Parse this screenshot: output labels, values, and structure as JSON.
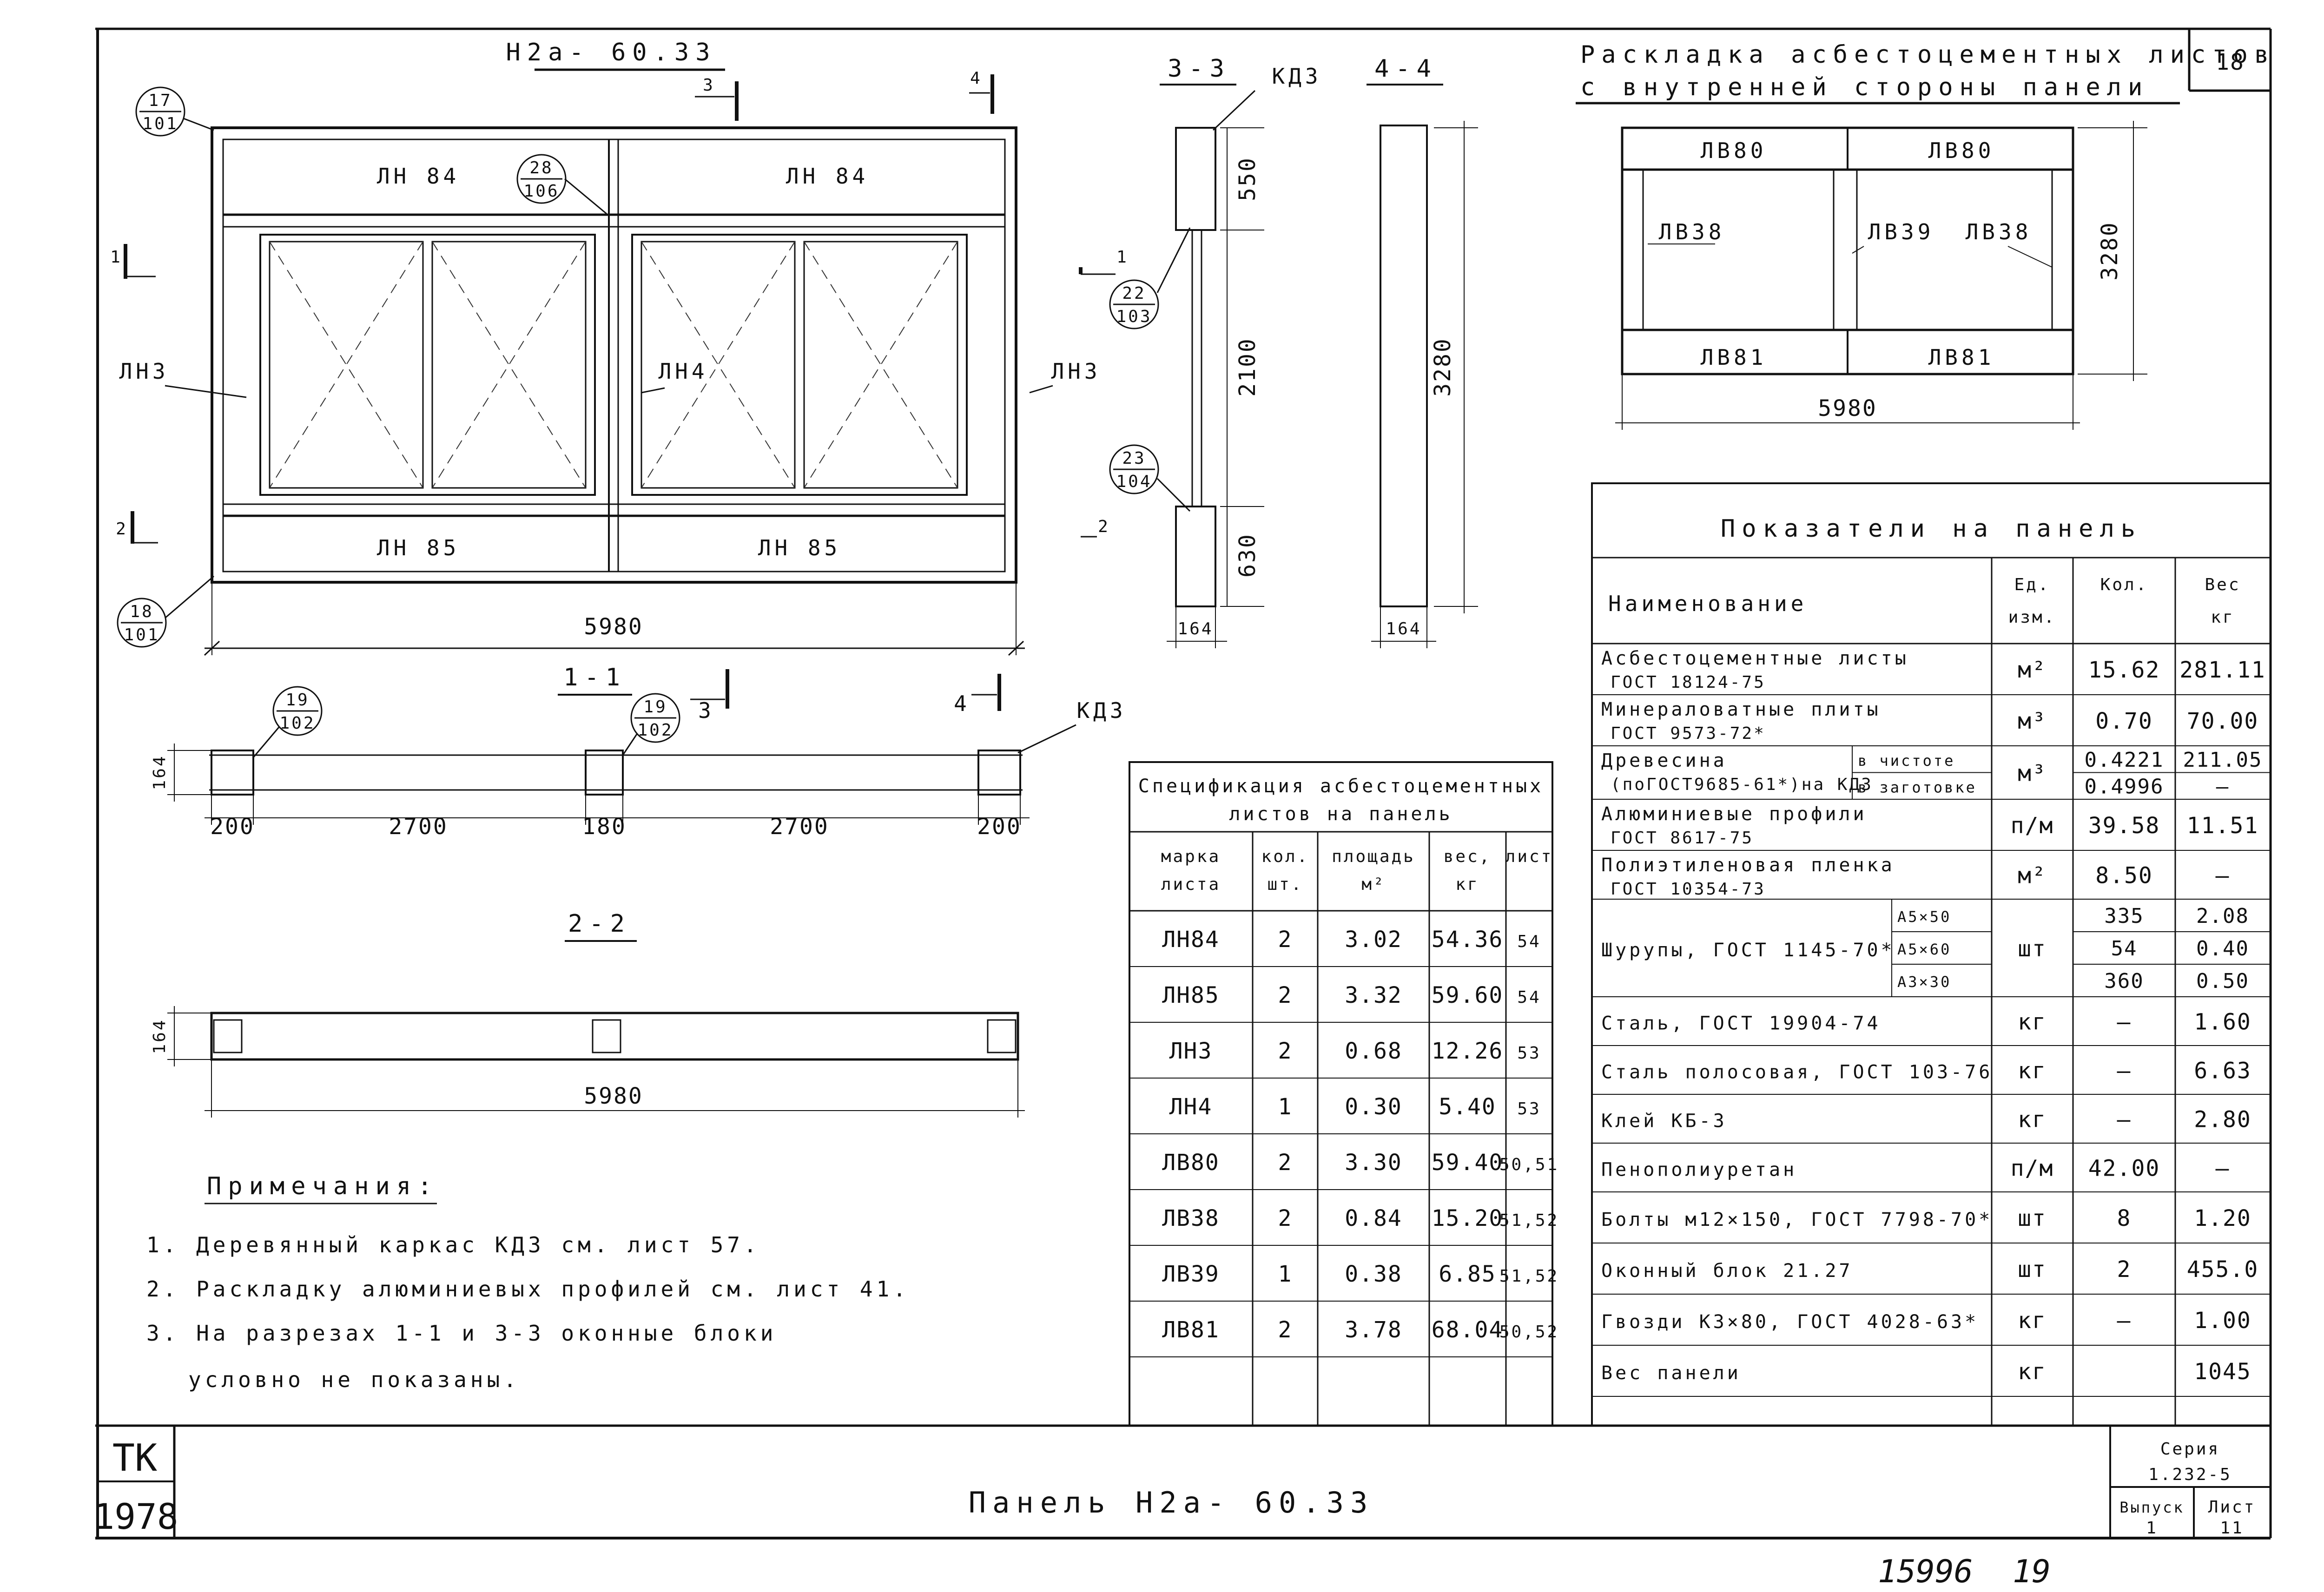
{
  "sheet_number": "18",
  "stamp_tk": "ТК",
  "stamp_year": "1978",
  "handwritten_number": "15996",
  "handwritten_page": "19",
  "front_view": {
    "title": "Н2а- 60.33",
    "top_panels": [
      "ЛН 84",
      "ЛН 84"
    ],
    "bottom_panels": [
      "ЛН 85",
      "ЛН 85"
    ],
    "side_labels": [
      "ЛН3",
      "ЛН4",
      "ЛН3"
    ],
    "width_dim": "5980",
    "callouts": [
      {
        "top": "17",
        "bottom": "101"
      },
      {
        "top": "28",
        "bottom": "106"
      },
      {
        "top": "18",
        "bottom": "101"
      }
    ],
    "section_marks": [
      "3",
      "4",
      "1",
      "2"
    ]
  },
  "section_33": {
    "title": "3-3",
    "frame_label": "КД3",
    "dims": [
      "550",
      "2100",
      "630"
    ],
    "width": "164",
    "callouts": [
      {
        "top": "22",
        "bottom": "103"
      },
      {
        "top": "23",
        "bottom": "104"
      }
    ],
    "marks": [
      "1",
      "2"
    ]
  },
  "section_44": {
    "title": "4-4",
    "height": "3280",
    "width": "164"
  },
  "section_11": {
    "title": "1-1",
    "height": "164",
    "dims": [
      "200",
      "2700",
      "180",
      "2700",
      "200"
    ],
    "callouts": [
      {
        "top": "19",
        "bottom": "102"
      },
      {
        "top": "19",
        "bottom": "102"
      }
    ],
    "frame_label": "КД3",
    "marks": [
      "3",
      "4"
    ]
  },
  "section_22": {
    "title": "2-2",
    "height": "164",
    "width": "5980"
  },
  "inner_layout": {
    "title_line1": "Раскладка асбестоцементных листов",
    "title_line2": "с внутренней стороны панели",
    "labels": [
      "ЛВ80",
      "ЛВ80",
      "ЛВ38",
      "ЛВ39",
      "ЛВ38",
      "ЛВ81",
      "ЛВ81"
    ],
    "height": "3280",
    "width": "5980"
  },
  "notes": {
    "title": "Примечания:",
    "items": [
      "1. Деревянный каркас КД3 см. лист 57.",
      "2. Раскладку алюминиевых профилей см. лист 41.",
      "3. На разрезах 1-1 и 3-3 оконные блоки",
      "условно не показаны."
    ]
  },
  "spec_table": {
    "title_line1": "Спецификация асбестоцементных",
    "title_line2": "листов на панель",
    "headers": [
      [
        "марка",
        "листа"
      ],
      [
        "кол.",
        "шт."
      ],
      [
        "площадь",
        "м²"
      ],
      [
        "вес,",
        "кг"
      ],
      [
        "лист",
        ""
      ]
    ],
    "rows": [
      [
        "ЛН84",
        "2",
        "3.02",
        "54.36",
        "54"
      ],
      [
        "ЛН85",
        "2",
        "3.32",
        "59.60",
        "54"
      ],
      [
        "ЛН3",
        "2",
        "0.68",
        "12.26",
        "53"
      ],
      [
        "ЛН4",
        "1",
        "0.30",
        "5.40",
        "53"
      ],
      [
        "ЛВ80",
        "2",
        "3.30",
        "59.40",
        "50,51"
      ],
      [
        "ЛВ38",
        "2",
        "0.84",
        "15.20",
        "51,52"
      ],
      [
        "ЛВ39",
        "1",
        "0.38",
        "6.85",
        "51,52"
      ],
      [
        "ЛВ81",
        "2",
        "3.78",
        "68.04",
        "50,52"
      ]
    ]
  },
  "ind_table": {
    "title": "Показатели на панель",
    "headers": {
      "name": "Наименование",
      "unit": [
        "Ед.",
        "изм."
      ],
      "qty": "Кол.",
      "weight": [
        "Вес",
        "кг"
      ]
    },
    "rows": [
      {
        "name": [
          "Асбестоцементные листы",
          "ГОСТ 18124-75"
        ],
        "unit": "м²",
        "qty": "15.62",
        "weight": "281.11"
      },
      {
        "name": [
          "Минераловатные плиты",
          "ГОСТ 9573-72*"
        ],
        "unit": "м³",
        "qty": "0.70",
        "weight": "70.00"
      },
      {
        "name": [
          "Древесина",
          "(поГОСТ9685-61*)на КД3"
        ],
        "sub": [
          "в чистоте",
          "в заготовке"
        ],
        "unit": "м³",
        "qty": [
          "0.4221",
          "0.4996"
        ],
        "weight": [
          "211.05",
          "—"
        ]
      },
      {
        "name": [
          "Алюминиевые профили",
          "ГОСТ 8617-75"
        ],
        "unit": "п/м",
        "qty": "39.58",
        "weight": "11.51"
      },
      {
        "name": [
          "Полиэтиленовая пленка",
          "ГОСТ 10354-73"
        ],
        "unit": "м²",
        "qty": "8.50",
        "weight": "—"
      },
      {
        "name": [
          "Шурупы, ГОСТ 1145-70*"
        ],
        "sub": [
          "А5×50",
          "А5×60",
          "А3×30"
        ],
        "unit": "шт",
        "qty": [
          "335",
          "54",
          "360"
        ],
        "weight": [
          "2.08",
          "0.40",
          "0.50"
        ]
      },
      {
        "name": [
          "Сталь, ГОСТ 19904-74"
        ],
        "unit": "кг",
        "qty": "—",
        "weight": "1.60"
      },
      {
        "name": [
          "Сталь полосовая, ГОСТ 103-76"
        ],
        "unit": "кг",
        "qty": "—",
        "weight": "6.63"
      },
      {
        "name": [
          "Клей КБ-3"
        ],
        "unit": "кг",
        "qty": "—",
        "weight": "2.80"
      },
      {
        "name": [
          "Пенополиуретан"
        ],
        "unit": "п/м",
        "qty": "42.00",
        "weight": "—"
      },
      {
        "name": [
          "Болты м12×150, ГОСТ 7798-70*"
        ],
        "unit": "шт",
        "qty": "8",
        "weight": "1.20"
      },
      {
        "name": [
          "Оконный блок 21.27"
        ],
        "unit": "шт",
        "qty": "2",
        "weight": "455.0"
      },
      {
        "name": [
          "Гвозди К3×80, ГОСТ 4028-63*"
        ],
        "unit": "кг",
        "qty": "—",
        "weight": "1.00"
      },
      {
        "name": [
          "Вес панели"
        ],
        "unit": "кг",
        "qty": "",
        "weight": "1045"
      }
    ]
  },
  "title_block": {
    "panel_title": "Панель Н2а- 60.33",
    "series_label": "Серия",
    "series_value": "1.232-5",
    "issue_label": "Выпуск",
    "issue_value": "1",
    "sheet_label": "Лист",
    "sheet_value": "11"
  }
}
